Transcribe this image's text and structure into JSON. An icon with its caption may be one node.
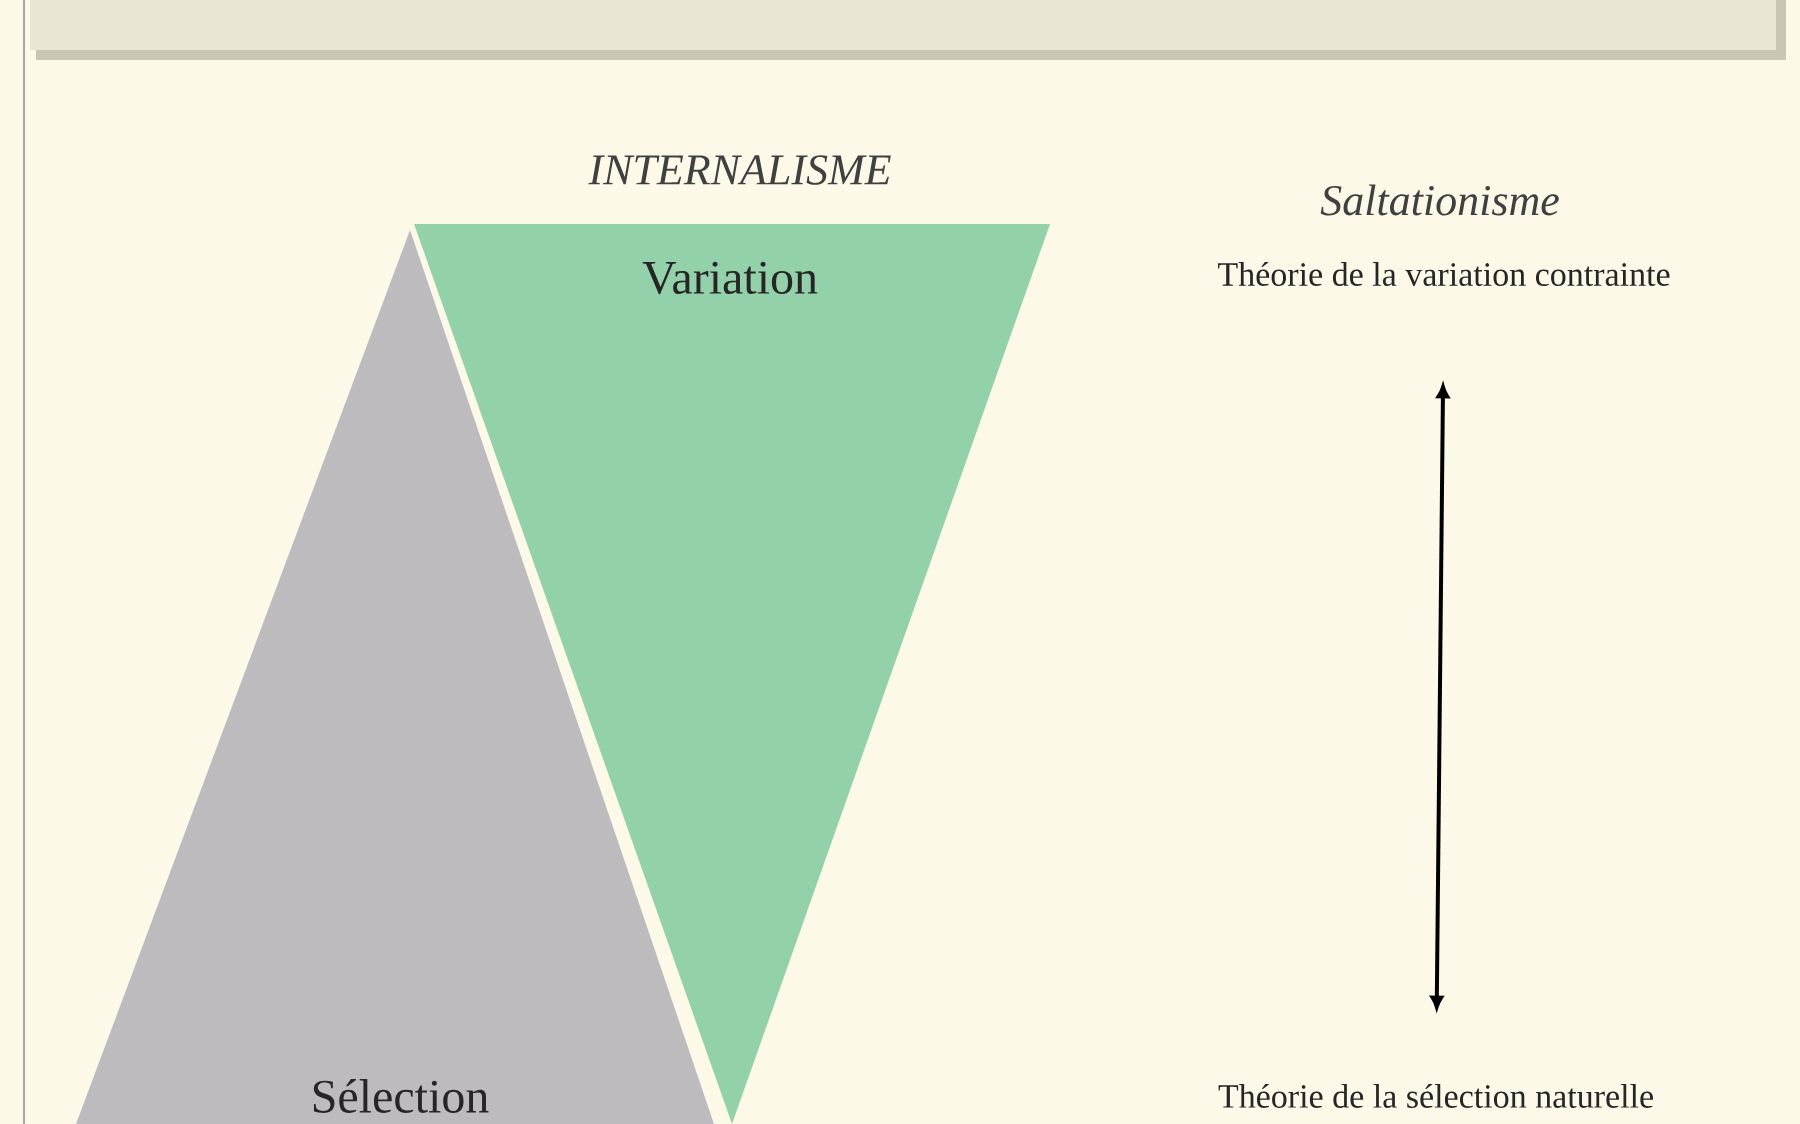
{
  "diagram": {
    "nodes": [
      {
        "text": [
          "Sélection"
        ]
      },
      {
        "text": [
          "Variation"
        ]
      },
      {
        "text": [
          "Théorie de la variation contrainte"
        ]
      },
      {
        "text": [
          "Théorie de la sélection naturelle"
        ]
      }
    ],
    "edges": [
      {
        "from": 2,
        "to": 3,
        "arrow": "both"
      }
    ],
    "labels": [
      "INTERNALISME",
      "Saltationisme"
    ]
  }
}
